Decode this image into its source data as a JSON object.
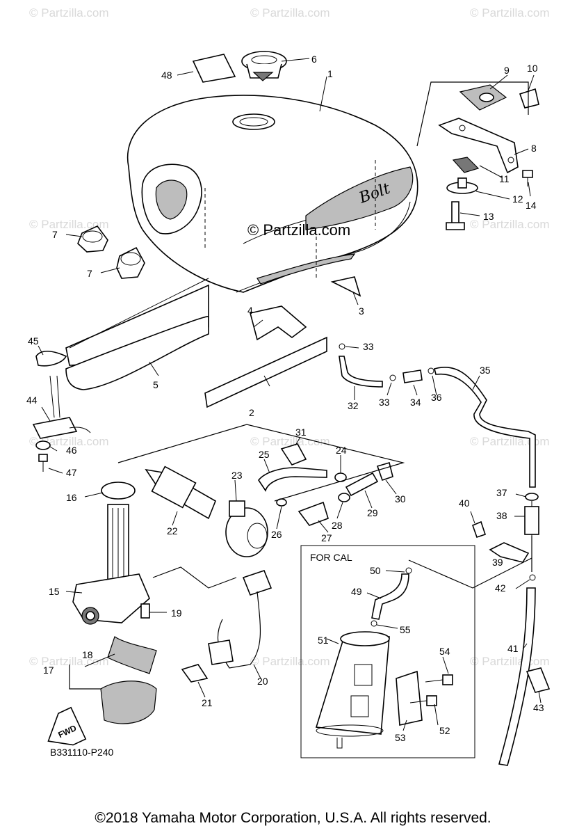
{
  "watermark": "© Partzilla.com",
  "main_watermark": "© Partzilla.com",
  "callouts": [
    "1",
    "2",
    "3",
    "4",
    "5",
    "6",
    "7",
    "7",
    "8",
    "9",
    "10",
    "11",
    "12",
    "13",
    "14",
    "15",
    "16",
    "17",
    "18",
    "19",
    "20",
    "21",
    "22",
    "23",
    "24",
    "25",
    "26",
    "27",
    "28",
    "29",
    "30",
    "31",
    "32",
    "33",
    "33",
    "34",
    "35",
    "36",
    "37",
    "38",
    "39",
    "40",
    "41",
    "42",
    "43",
    "44",
    "45",
    "46",
    "47",
    "48",
    "49",
    "50",
    "51",
    "52",
    "53",
    "54",
    "55"
  ],
  "for_cal_label": "FOR CAL",
  "fwd_label": "FWD",
  "reference": "B331110-P240",
  "copyright": "©2018 Yamaha Motor Corporation, U.S.A. All rights reserved."
}
